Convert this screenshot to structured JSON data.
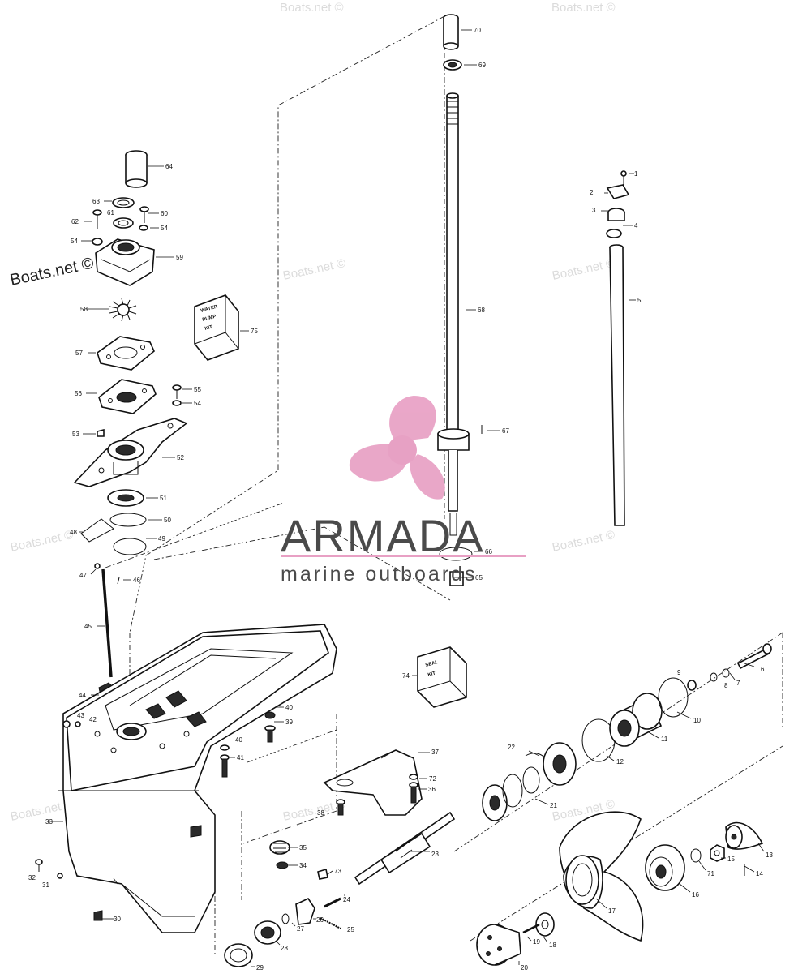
{
  "brand": {
    "name": "ARMADA",
    "tagline": "marine outboards",
    "accent_color": "#e8a0c4",
    "hub_color": "#e69ac0"
  },
  "watermarks": {
    "faint": "Boats.net ©",
    "dark": "Boats.net ©"
  },
  "kits": {
    "water_pump": [
      "WATER",
      "PUMP",
      "KIT"
    ],
    "seal": [
      "SEAL",
      "KIT"
    ]
  },
  "part_labels": {
    "l1": "1",
    "l2": "2",
    "l3": "3",
    "l4": "4",
    "l5": "5",
    "l6": "6",
    "l7": "7",
    "l8": "8",
    "l9": "9",
    "l10": "10",
    "l11": "11",
    "l12": "12",
    "l13": "13",
    "l14": "14",
    "l15": "15",
    "l16": "16",
    "l17": "17",
    "l18": "18",
    "l19": "19",
    "l20": "20",
    "l21": "21",
    "l22": "22",
    "l23": "23",
    "l24": "24",
    "l25": "25",
    "l26": "26",
    "l27": "27",
    "l28": "28",
    "l29": "29",
    "l30": "30",
    "l31": "31",
    "l32": "32",
    "l33": "33",
    "l34": "34",
    "l35": "35",
    "l36": "36",
    "l37": "37",
    "l38": "38",
    "l39": "39",
    "l40a": "40",
    "l40b": "40",
    "l41": "41",
    "l42": "42",
    "l43": "43",
    "l44": "44",
    "l45": "45",
    "l46": "46",
    "l47": "47",
    "l48": "48",
    "l49": "49",
    "l50": "50",
    "l51": "51",
    "l52": "52",
    "l53": "53",
    "l54a": "54",
    "l54b": "54",
    "l54c": "54",
    "l55": "55",
    "l56": "56",
    "l57": "57",
    "l58": "58",
    "l59": "59",
    "l60": "60",
    "l61": "61",
    "l62": "62",
    "l63": "63",
    "l64": "64",
    "l65": "65",
    "l66": "66",
    "l67": "67",
    "l68": "68",
    "l69": "69",
    "l70": "70",
    "l71": "71",
    "l72": "72",
    "l73": "73",
    "l74": "74",
    "l75": "75"
  }
}
